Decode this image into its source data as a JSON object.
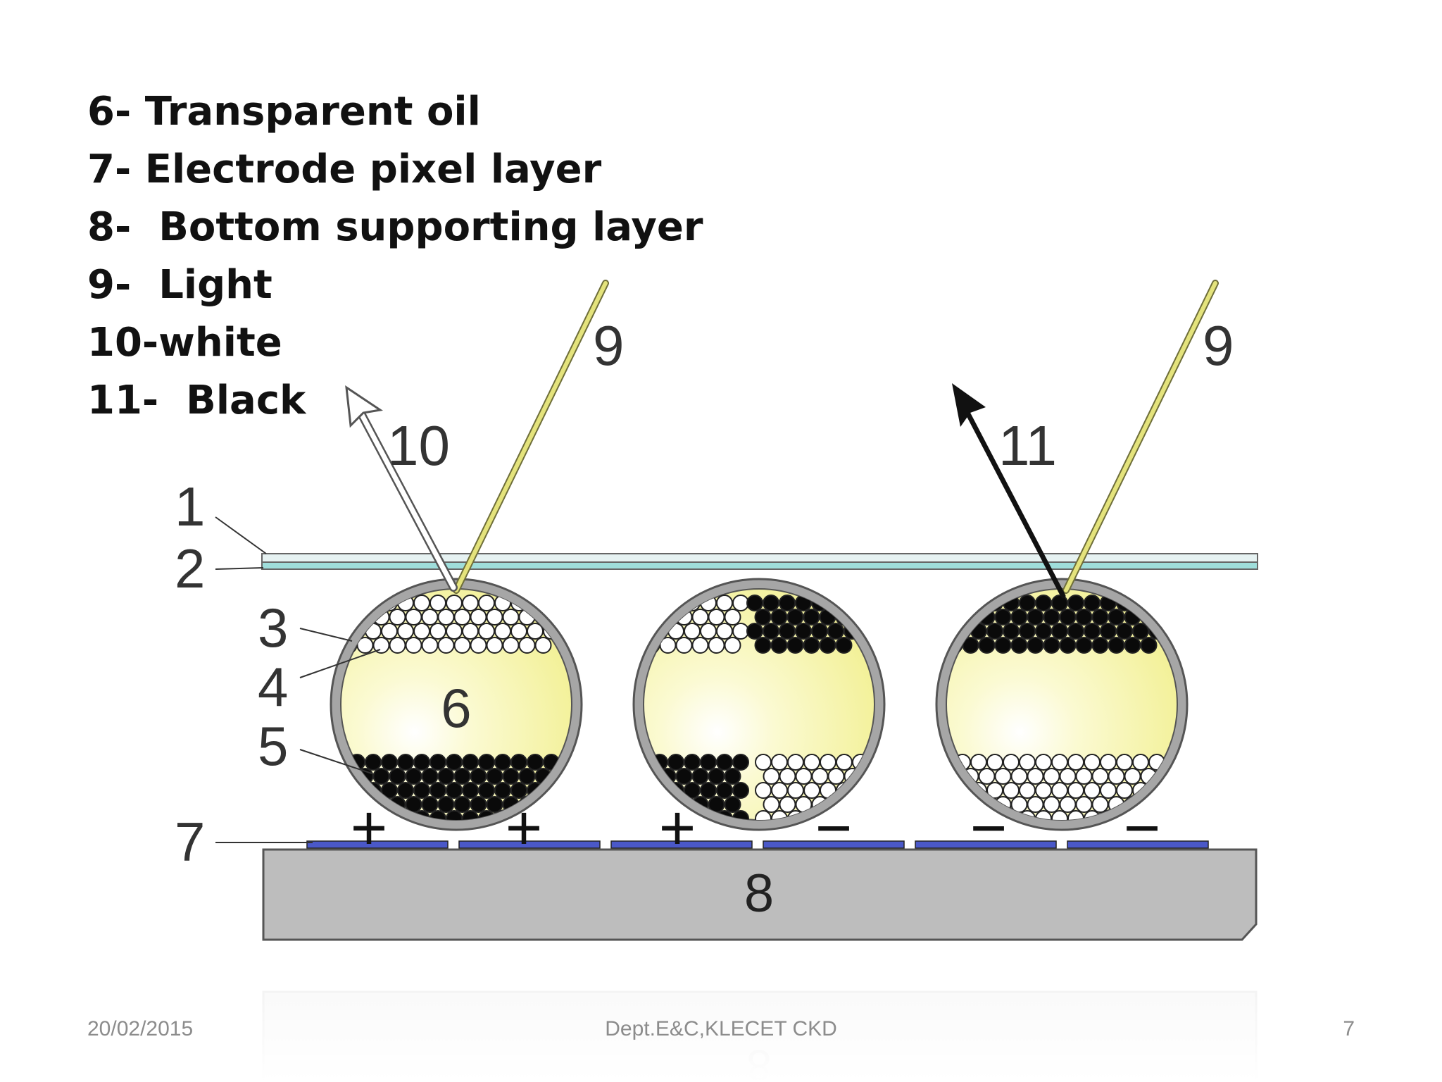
{
  "legend": [
    "6- Transparent oil",
    "7- Electrode pixel layer",
    "8-  Bottom supporting layer",
    "9-  Light",
    "10-white",
    "11-  Black"
  ],
  "diagram": {
    "part_labels": [
      "1",
      "2",
      "3",
      "4",
      "5",
      "6",
      "7",
      "8"
    ],
    "light_label": "9",
    "white_label": "10",
    "black_label": "11",
    "electrode_signs": [
      "+",
      "+",
      "+",
      "−",
      "−",
      "−"
    ],
    "colors": {
      "oil": "#f6f4a6",
      "shell": "#a6a6a6",
      "substrate": "#bdbdbd",
      "electrode": "#4a58c8",
      "light_ray": "#e0e07a",
      "glass_top": "#e6f2f2",
      "glass_bottom": "#9fdedb"
    },
    "capsules": [
      {
        "top": "white",
        "bottom": "black"
      },
      {
        "top": "white+black",
        "bottom": "black+white"
      },
      {
        "top": "black",
        "bottom": "white"
      }
    ]
  },
  "footer": {
    "date": "20/02/2015",
    "dept": "Dept.E&C,KLECET CKD",
    "page": "7"
  }
}
